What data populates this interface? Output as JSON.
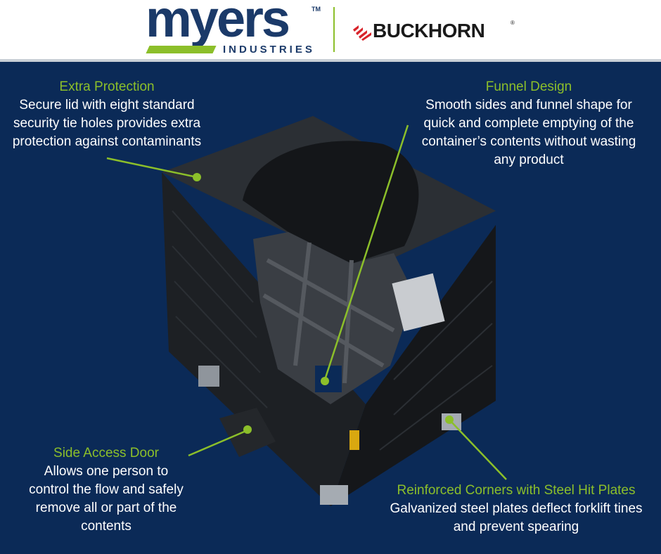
{
  "header": {
    "myers_wordmark": "myers",
    "myers_trademark": "TM",
    "myers_subtitle": "INDUSTRIES",
    "buckhorn_wordmark": "BUCKHORN",
    "buckhorn_registered": "®"
  },
  "callouts": {
    "extra_protection": {
      "title": "Extra Protection",
      "lines": [
        "Secure lid with eight standard",
        "security tie holes provides extra",
        "protection against contaminants"
      ]
    },
    "funnel_design": {
      "title": "Funnel Design",
      "lines": [
        "Smooth sides and funnel shape for",
        "quick and complete emptying of the",
        "container’s contents without wasting",
        "any product"
      ]
    },
    "side_access_door": {
      "title": "Side Access Door",
      "lines": [
        "Allows one person to",
        "control the flow and safely",
        "remove all or part of the",
        "contents"
      ]
    },
    "reinforced_corners": {
      "title": "Reinforced Corners with Steel Hit Plates",
      "lines": [
        "Galvanized steel plates deflect forklift tines",
        "and prevent spearing"
      ]
    }
  },
  "colors": {
    "background": "#0b2a57",
    "accent_green": "#8cbf2a",
    "myers_navy": "#1b3a69",
    "buckhorn_red": "#d8232a",
    "text": "#ffffff"
  }
}
